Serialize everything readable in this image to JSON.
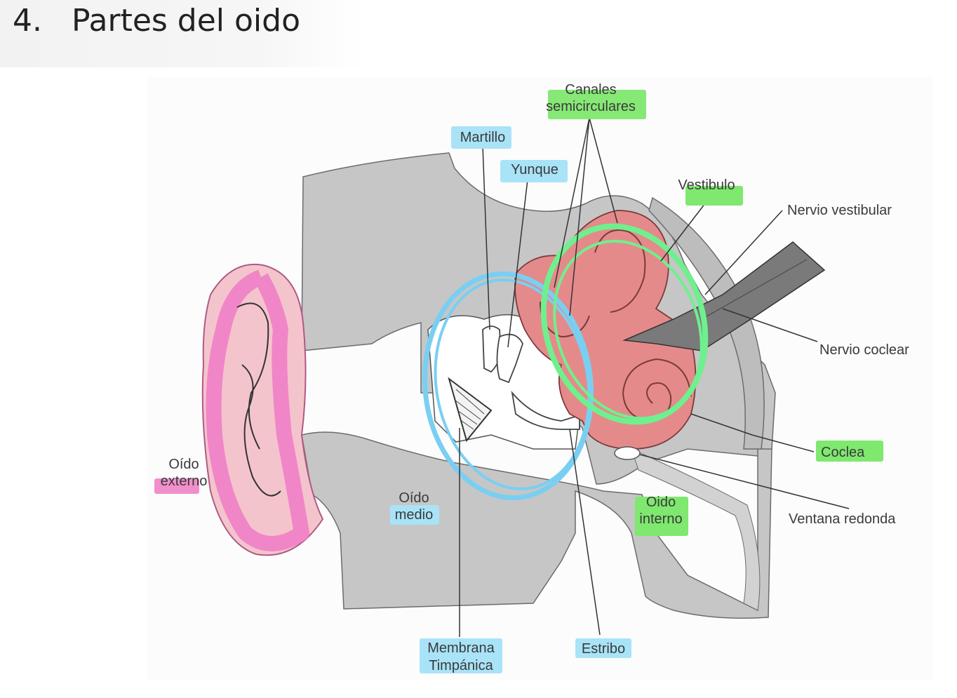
{
  "title": {
    "number": "4.",
    "text": "Partes del oido"
  },
  "labels": {
    "canales_line1": "Canales",
    "canales_line2": "semicirculares",
    "martillo": "Martillo",
    "yunque": "Yunque",
    "vestibulo": "Vestibulo",
    "nervio_vestibular": "Nervio vestibular",
    "nervio_coclear": "Nervio coclear",
    "coclea": "Coclea",
    "ventana_redonda": "Ventana redonda",
    "oido_interno_line1": "Oido",
    "oido_interno_line2": "interno",
    "oido_medio_line1": "Oído",
    "oido_medio_line2": "medio",
    "oido_externo_line1": "Oído",
    "oido_externo_line2": "externo",
    "membrana_line1": "Membrana",
    "membrana_line2": "Timpánica",
    "estribo": "Estribo"
  },
  "colors": {
    "tissue_gray": "#c6c6c6",
    "inner_ear_pink": "#e58a8a",
    "outer_ear_pink": "#f4c4cc",
    "marker_pink": "#ef7fc6",
    "marker_blue": "#79cff2",
    "marker_green": "#6ff08e",
    "highlight_blue": "#a9e3f7",
    "highlight_green": "#7fe86f",
    "highlight_pink": "#f18fcb",
    "nerve_gray": "#7a7a7a"
  }
}
